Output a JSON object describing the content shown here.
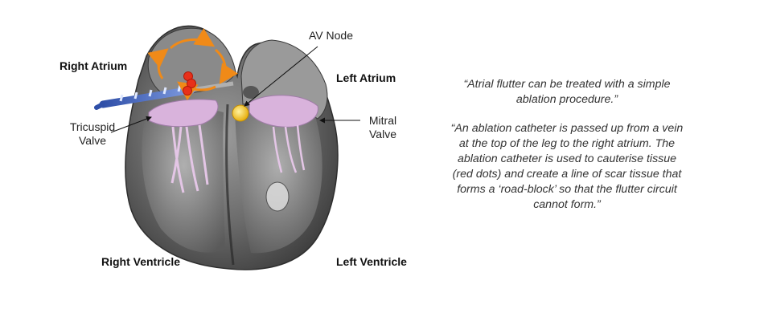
{
  "labels": {
    "right_atrium": "Right Atrium",
    "left_atrium": "Left Atrium",
    "av_node": "AV Node",
    "tricuspid_valve": [
      "Tricuspid",
      "Valve"
    ],
    "mitral_valve": [
      "Mitral",
      "Valve"
    ],
    "right_ventricle": "Right Ventricle",
    "left_ventricle": "Left Ventricle"
  },
  "quotes": [
    "“Atrial flutter can be treated with a simple ablation procedure.”",
    "“An ablation catheter is passed up from a vein at the top of the leg to the right atrium. The ablation catheter is used to cauterise tissue (red dots) and create a line of scar tissue that forms a ‘road-block’ so that the flutter circuit cannot form.”"
  ],
  "colors": {
    "flutter_arrows": "#f08a18",
    "ablation_dots": "#e8301a",
    "av_node": "#f2c218",
    "valves": "#d9b3dc",
    "catheter": "#3f64c8"
  }
}
